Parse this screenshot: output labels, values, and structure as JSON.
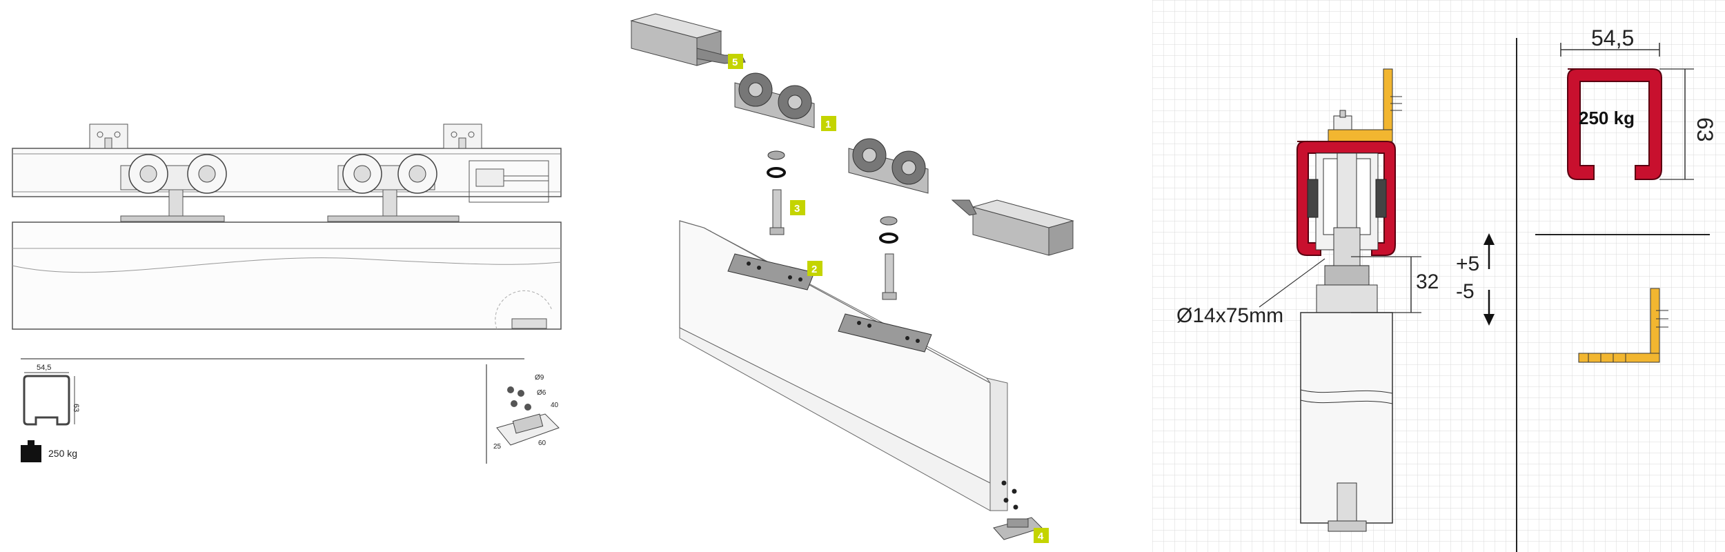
{
  "left_panel": {
    "profile_width": "54,5",
    "profile_height": "63",
    "load": "250 kg",
    "screw_dia_1": "Ø9",
    "screw_dia_2": "Ø6",
    "guide_dim_1": "60",
    "guide_dim_2": "40",
    "guide_dim_3": "25"
  },
  "middle_panel": {
    "callouts": [
      "1",
      "2",
      "3",
      "4",
      "5"
    ]
  },
  "right_panel": {
    "bolt_spec": "Ø14x75mm",
    "adjust_gap": "32",
    "adjust_plus": "+5",
    "adjust_minus": "-5",
    "profile_width": "54,5",
    "profile_height": "63",
    "load": "250 kg"
  },
  "colors": {
    "track_red": "#c8102e",
    "bracket_yellow": "#f2b630",
    "callout_green": "#c4d400",
    "grid": "#d9d9d9"
  }
}
